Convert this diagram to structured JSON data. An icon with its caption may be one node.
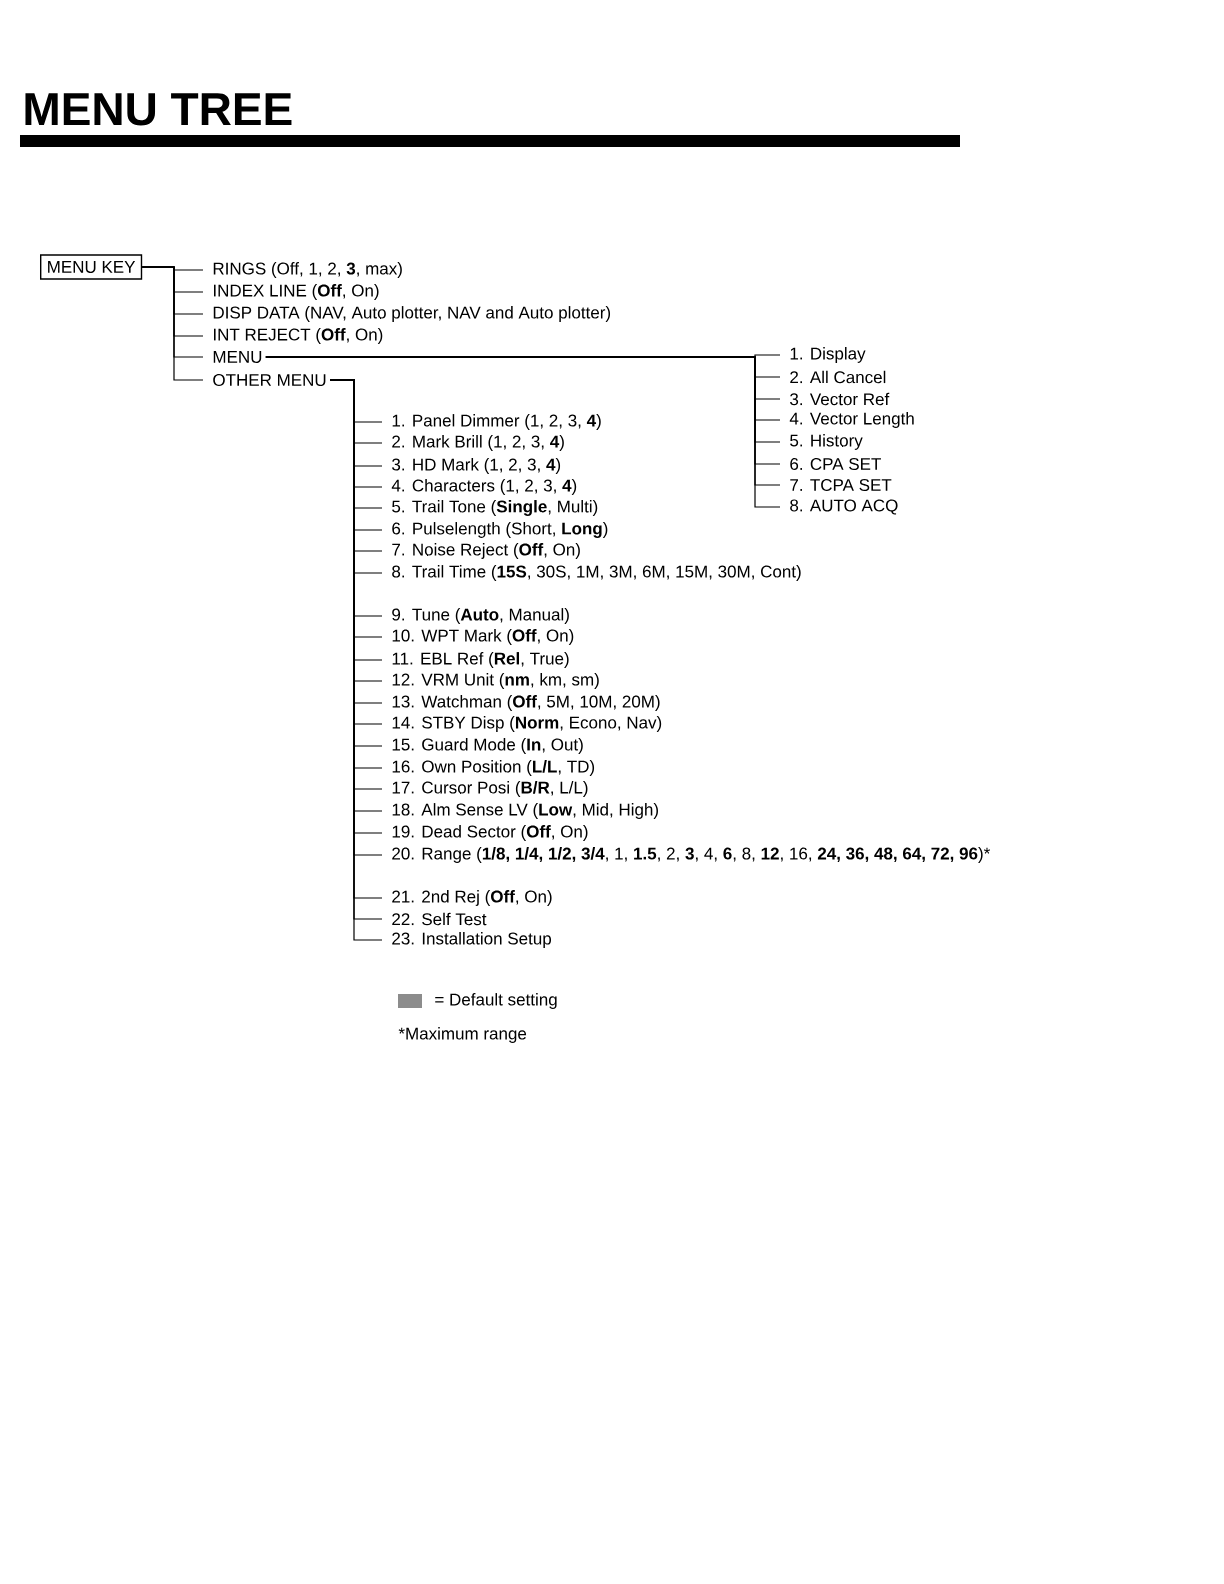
{
  "diagram": {
    "title": "MENU TREE",
    "nodes": [
      {
        "text": [
          "MENU KEY"
        ]
      },
      {
        "text": [
          "RINGS (Off, 1, 2, **3**, max)"
        ]
      },
      {
        "text": [
          "INDEX LINE (**Off**, On)"
        ]
      },
      {
        "text": [
          "DISP DATA (NAV, Auto plotter, NAV and Auto plotter)"
        ]
      },
      {
        "text": [
          "INT REJECT (**Off**, On)"
        ]
      },
      {
        "text": [
          "MENU"
        ]
      },
      {
        "text": [
          "OTHER MENU"
        ]
      },
      {
        "text": [
          "1. Display"
        ]
      },
      {
        "text": [
          "2. All Cancel"
        ]
      },
      {
        "text": [
          "3. Vector Ref"
        ]
      },
      {
        "text": [
          "4. Vector Length"
        ]
      },
      {
        "text": [
          "5. History"
        ]
      },
      {
        "text": [
          "6. CPA SET"
        ]
      },
      {
        "text": [
          "7. TCPA SET"
        ]
      },
      {
        "text": [
          "8. AUTO ACQ"
        ]
      },
      {
        "text": [
          "1. Panel Dimmer (1, 2, 3, **4**)"
        ]
      },
      {
        "text": [
          "2. Mark Brill (1, 2, 3, **4**)"
        ]
      },
      {
        "text": [
          "3. HD Mark (1, 2, 3, **4**)"
        ]
      },
      {
        "text": [
          "4. Characters (1, 2, 3, **4**)"
        ]
      },
      {
        "text": [
          "5. Trail Tone (**Single**, Multi)"
        ]
      },
      {
        "text": [
          "6. Pulselength (Short, **Long**)"
        ]
      },
      {
        "text": [
          "7. Noise Reject (**Off**, On)"
        ]
      },
      {
        "text": [
          "8. Trail Time (**15S**, 30S, 1M, 3M, 6M, 15M, 30M, Cont)"
        ]
      },
      {
        "text": [
          "9. Tune (**Auto**, Manual)"
        ]
      },
      {
        "text": [
          "10. WPT Mark (**Off**, On)"
        ]
      },
      {
        "text": [
          "11. EBL Ref (**Rel**, True)"
        ]
      },
      {
        "text": [
          "12. VRM Unit (**nm**, km, sm)"
        ]
      },
      {
        "text": [
          "13. Watchman (**Off**, 5M, 10M, 20M)"
        ]
      },
      {
        "text": [
          "14. STBY Disp (**Norm**, Econo, Nav)"
        ]
      },
      {
        "text": [
          "15. Guard Mode (**In**, Out)"
        ]
      },
      {
        "text": [
          "16. Own Position (**L/L**, TD)"
        ]
      },
      {
        "text": [
          "17. Cursor Posi (**B/R**, L/L)"
        ]
      },
      {
        "text": [
          "18. Alm Sense LV (**Low**, Mid, High)"
        ]
      },
      {
        "text": [
          "19. Dead Sector (**Off**, On)"
        ]
      },
      {
        "text": [
          "20. Range (**1/8, 1/4, 1/2, 3/4**, 1, **1.5**, 2, **3**, 4, **6**, 8, **12**, 16, **24, 36, 48, 64, 72, 96**)*"
        ]
      },
      {
        "text": [
          "21. 2nd Rej (**Off**, On)"
        ]
      },
      {
        "text": [
          "22. Self Test"
        ]
      },
      {
        "text": [
          "23. Installation Setup"
        ]
      }
    ],
    "edges": [
      {
        "from": 0,
        "to": 1,
        "arrow": "none"
      },
      {
        "from": 0,
        "to": 2,
        "arrow": "none"
      },
      {
        "from": 0,
        "to": 3,
        "arrow": "none"
      },
      {
        "from": 0,
        "to": 4,
        "arrow": "none"
      },
      {
        "from": 0,
        "to": 5,
        "arrow": "none"
      },
      {
        "from": 0,
        "to": 6,
        "arrow": "none"
      },
      {
        "from": 5,
        "to": 7,
        "arrow": "none"
      },
      {
        "from": 5,
        "to": 8,
        "arrow": "none"
      },
      {
        "from": 5,
        "to": 9,
        "arrow": "none"
      },
      {
        "from": 5,
        "to": 10,
        "arrow": "none"
      },
      {
        "from": 5,
        "to": 11,
        "arrow": "none"
      },
      {
        "from": 5,
        "to": 12,
        "arrow": "none"
      },
      {
        "from": 5,
        "to": 13,
        "arrow": "none"
      },
      {
        "from": 5,
        "to": 14,
        "arrow": "none"
      },
      {
        "from": 6,
        "to": 15,
        "arrow": "none"
      },
      {
        "from": 6,
        "to": 16,
        "arrow": "none"
      },
      {
        "from": 6,
        "to": 17,
        "arrow": "none"
      },
      {
        "from": 6,
        "to": 18,
        "arrow": "none"
      },
      {
        "from": 6,
        "to": 19,
        "arrow": "none"
      },
      {
        "from": 6,
        "to": 20,
        "arrow": "none"
      },
      {
        "from": 6,
        "to": 21,
        "arrow": "none"
      },
      {
        "from": 6,
        "to": 22,
        "arrow": "none"
      },
      {
        "from": 6,
        "to": 23,
        "arrow": "none"
      },
      {
        "from": 6,
        "to": 24,
        "arrow": "none"
      },
      {
        "from": 6,
        "to": 25,
        "arrow": "none"
      },
      {
        "from": 6,
        "to": 26,
        "arrow": "none"
      },
      {
        "from": 6,
        "to": 27,
        "arrow": "none"
      },
      {
        "from": 6,
        "to": 28,
        "arrow": "none"
      },
      {
        "from": 6,
        "to": 29,
        "arrow": "none"
      },
      {
        "from": 6,
        "to": 30,
        "arrow": "none"
      },
      {
        "from": 6,
        "to": 31,
        "arrow": "none"
      },
      {
        "from": 6,
        "to": 32,
        "arrow": "none"
      },
      {
        "from": 6,
        "to": 33,
        "arrow": "none"
      },
      {
        "from": 6,
        "to": 34,
        "arrow": "none"
      },
      {
        "from": 6,
        "to": 35,
        "arrow": "none"
      },
      {
        "from": 6,
        "to": 36,
        "arrow": "none"
      },
      {
        "from": 6,
        "to": 37,
        "arrow": "none"
      }
    ],
    "labels": [
      "*Maximum range"
    ],
    "legend": [
      {
        "text": "= Default setting",
        "color": "#8c8c8c"
      }
    ]
  }
}
